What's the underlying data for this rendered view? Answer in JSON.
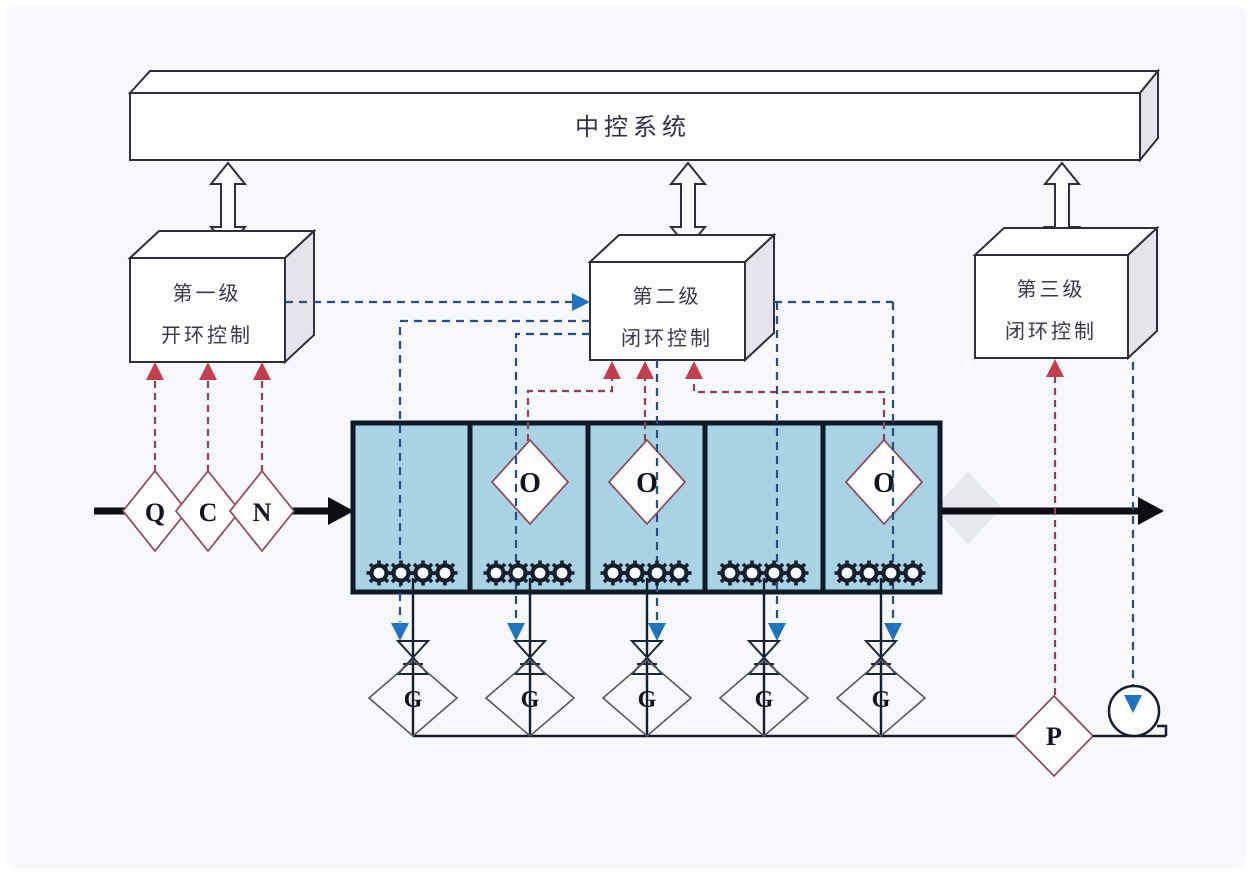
{
  "central_system": {
    "label": "中控系统"
  },
  "controllers": [
    {
      "line1": "第一级",
      "line2": "开环控制"
    },
    {
      "line1": "第二级",
      "line2": "闭环控制"
    },
    {
      "line1": "第三级",
      "line2": "闭环控制"
    }
  ],
  "inlet_sensors": [
    {
      "label": "Q"
    },
    {
      "label": "C"
    },
    {
      "label": "N"
    }
  ],
  "tank_sensors": [
    {
      "label": "O"
    },
    {
      "label": "O"
    },
    {
      "label": "O"
    }
  ],
  "valve_meters": [
    {
      "label": "G"
    },
    {
      "label": "G"
    },
    {
      "label": "G"
    },
    {
      "label": "G"
    },
    {
      "label": "G"
    }
  ],
  "pressure_sensor": {
    "label": "P"
  },
  "colors": {
    "tank_fill": "#a9d3e5",
    "signal_measure": "#8a4455",
    "signal_measure_arrow": "#c04050",
    "signal_control": "#2c4b7e",
    "signal_control_arrow": "#2173bd"
  }
}
